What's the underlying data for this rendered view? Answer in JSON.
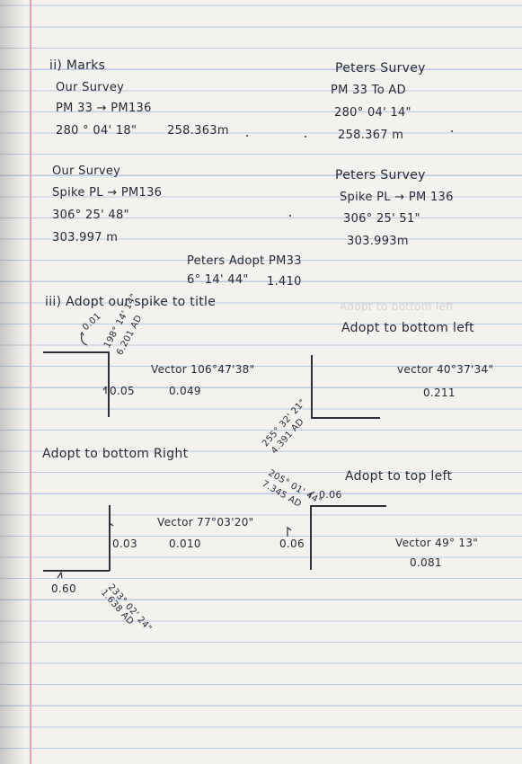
{
  "section_ii": {
    "heading": "ii) Marks",
    "block1_left": [
      "Our Survey",
      "PM 33 → PM136",
      "280 ° 04' 18\"",
      "258.363m"
    ],
    "block1_right": [
      "Peters Survey",
      "PM 33   To AD",
      "280° 04' 14\"",
      "258.367 m"
    ],
    "block2_left": [
      "Our Survey",
      "Spike PL → PM136",
      "306° 25' 48\"",
      "303.997 m"
    ],
    "block2_right": [
      "Peters Survey",
      "Spike PL → PM 136",
      "306° 25' 51\"",
      "303.993m"
    ],
    "adopt_title": "Peters Adopt PM33",
    "adopt_values": [
      "6° 14' 44\"",
      "1.410"
    ]
  },
  "section_iii": {
    "heading": "iii) Adopt our spike to title",
    "faint_text": [
      "Adopt to bottom left"
    ],
    "diag1": {
      "small": "0.01",
      "bearing": "198° 14' 14\"",
      "distance": "6.201 AD",
      "vector": "Vector 106°47'38\"",
      "labels": [
        "0.05",
        "0.049"
      ]
    },
    "diag2": {
      "title": "Adopt to bottom left",
      "vector": "vector 40°37'34\"",
      "value": "0.211",
      "bearing": "255° 32' 21\"",
      "distance": "4.391 AD"
    },
    "diag3": {
      "title": "Adopt to bottom Right",
      "vector": "Vector 77°03'20\"",
      "labels": [
        "0.03",
        "0.010",
        "0.60"
      ],
      "bearing": "233° 02' 24\"",
      "distance": "1.638 AD"
    },
    "diag4": {
      "title": "Adopt to top left",
      "bearing": "205° 01' 44\"",
      "distance": "7.345 AD",
      "labels": [
        "0.06",
        "0.06"
      ],
      "vector": "Vector 49° 13\"",
      "value": "0.081"
    }
  }
}
